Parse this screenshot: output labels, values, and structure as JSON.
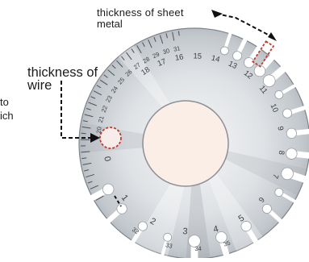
{
  "labels": {
    "sheet_metal_line1": "thickness     of     sheet",
    "sheet_metal_line2": "metal",
    "wire_line1": "thickness of",
    "wire_line2": "wire",
    "partial_line1": "to",
    "partial_line2": "ich"
  },
  "gauge": {
    "bottom_slot_numbers": [
      "32",
      "33",
      "34",
      "35"
    ],
    "dial_numbers_left": [
      "0",
      "1",
      "2",
      "3",
      "4",
      "5"
    ],
    "dial_numbers_right": [
      "6",
      "7",
      "8",
      "9",
      "10",
      "11",
      "12",
      "13",
      "14",
      "15",
      "16",
      "17",
      "18"
    ],
    "outer_scale_numbers": [
      "20",
      "21",
      "22",
      "23",
      "24",
      "25",
      "26",
      "27",
      "28",
      "29",
      "30",
      "31"
    ]
  },
  "colors": {
    "metal_light": "#eef0f2",
    "metal_mid": "#c9cdd2",
    "metal_dark": "#8c9197",
    "center_hole": "#fbeee6",
    "highlight_red": "#c0392b",
    "arrow": "#111111"
  }
}
